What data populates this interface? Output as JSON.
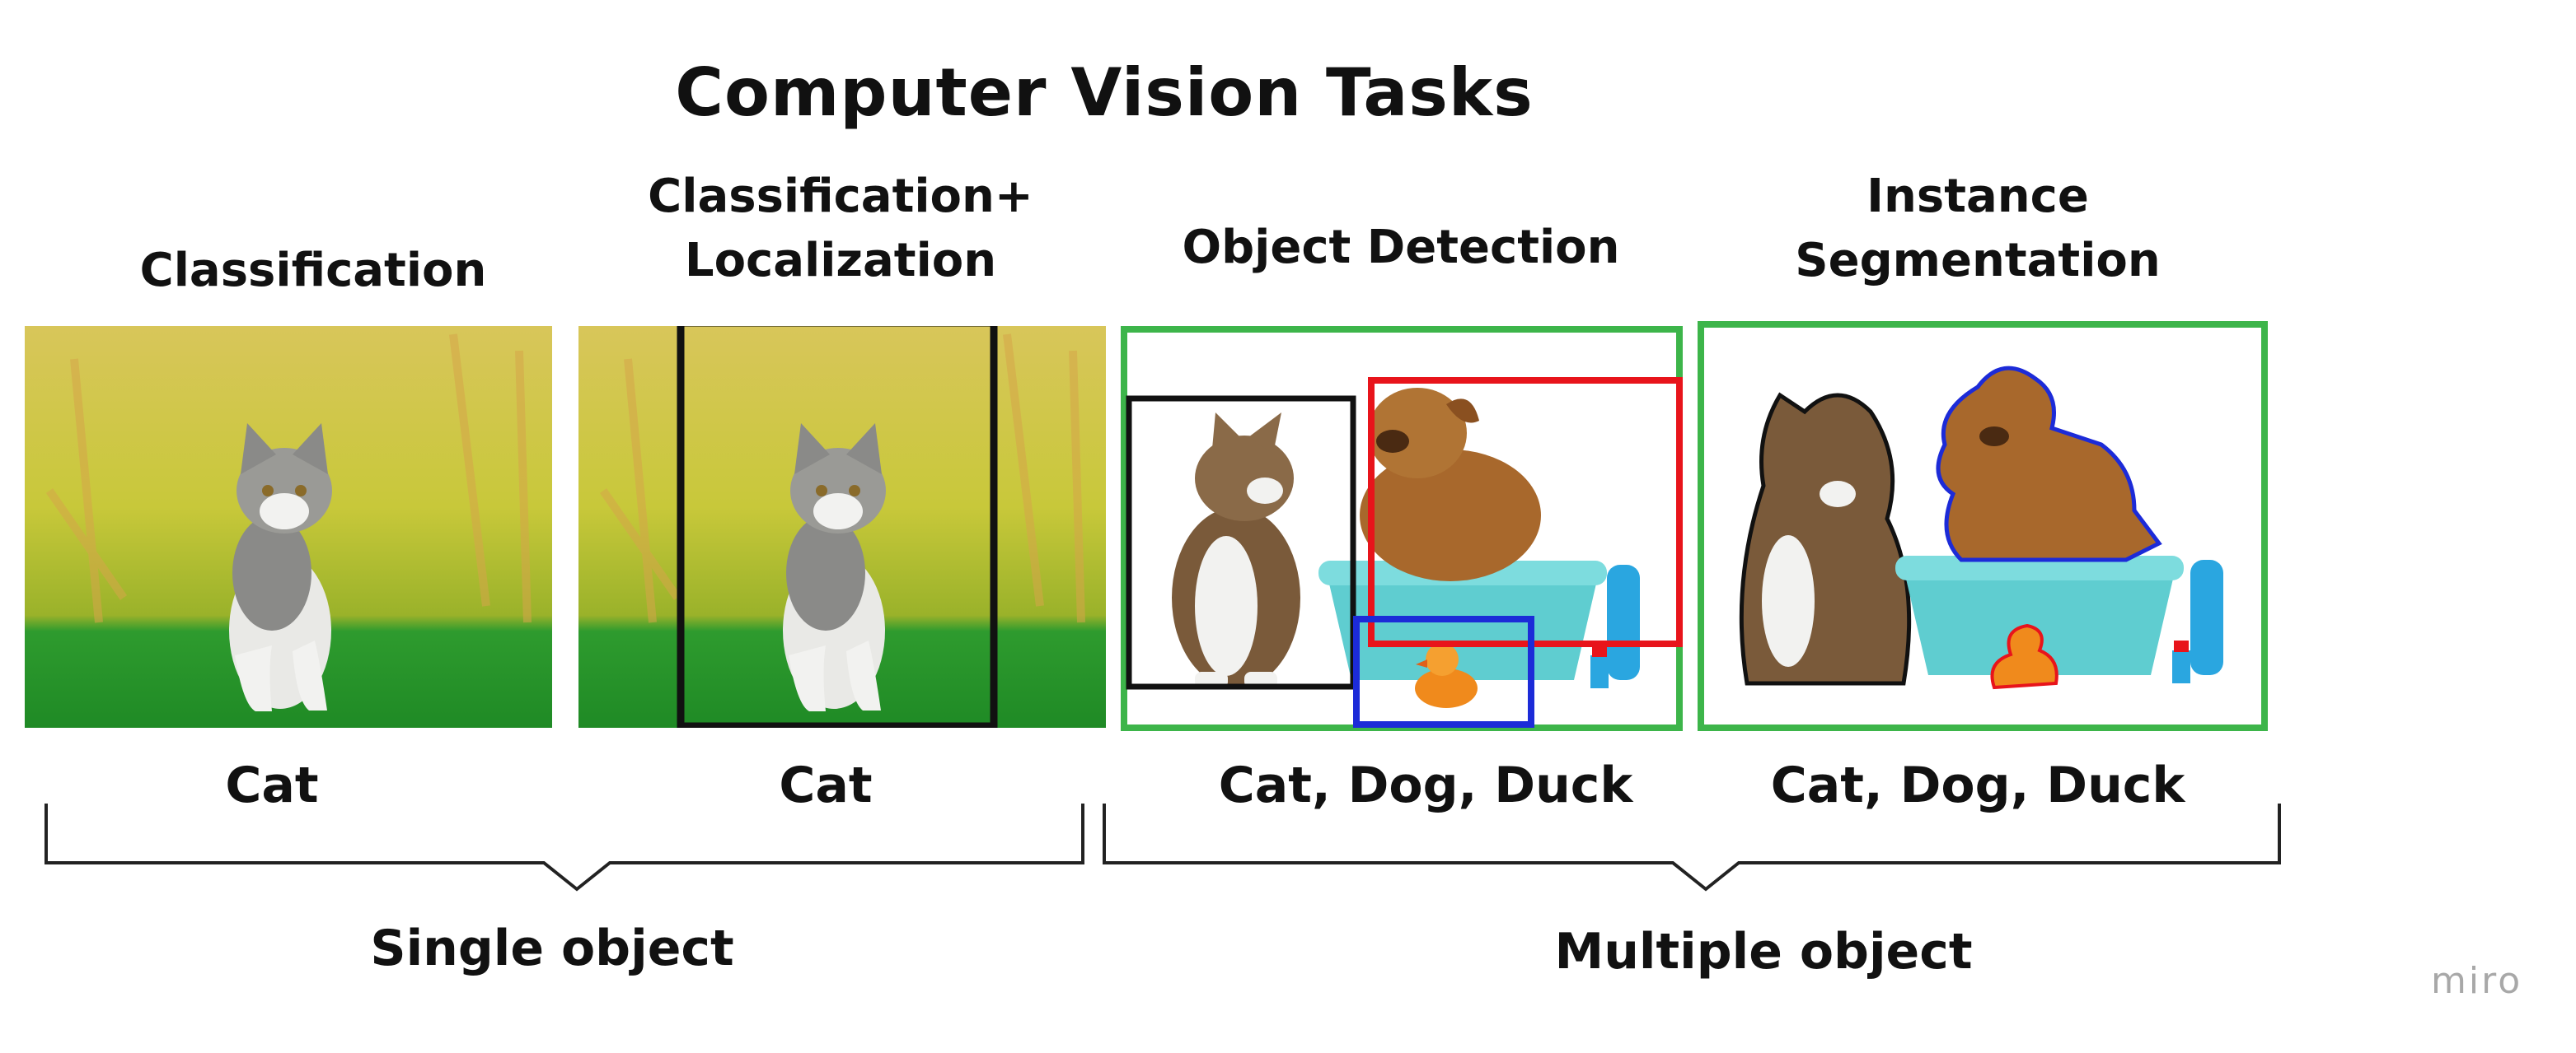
{
  "title": "Computer Vision Tasks",
  "tasks": [
    {
      "heading_line1": "Classification",
      "heading_line2": "",
      "caption": "Cat"
    },
    {
      "heading_line1": "Classification+",
      "heading_line2": "Localization",
      "caption": "Cat"
    },
    {
      "heading_line1": "Object Detection",
      "heading_line2": "",
      "caption": "Cat, Dog, Duck"
    },
    {
      "heading_line1": "Instance",
      "heading_line2": "Segmentation",
      "caption": "Cat, Dog, Duck"
    }
  ],
  "groups": {
    "single": "Single object",
    "multiple": "Multiple object"
  },
  "watermark": "miro",
  "colors": {
    "frame_green": "#3db54a",
    "box_black": "#111111",
    "box_red": "#e8141b",
    "box_blue": "#1c2bd8",
    "cat_gray": "#8a8a88",
    "cat_white": "#f2f2f0",
    "grass": "#2e9b2e",
    "foliage": "#c9c43a",
    "dog_brown": "#a8682c",
    "tub_teal": "#5fcdd0",
    "duck_orange": "#f08a1c"
  },
  "icons": [
    "cat-photo",
    "dog-photo",
    "bathtub",
    "rubber-duck",
    "bottle"
  ]
}
